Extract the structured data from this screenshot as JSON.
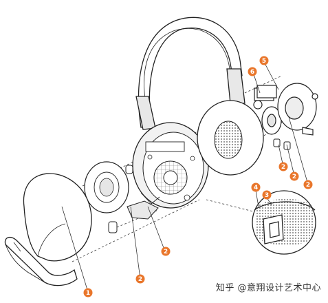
{
  "callouts": [
    {
      "id": "c1",
      "label": "1"
    },
    {
      "id": "c2a",
      "label": "2"
    },
    {
      "id": "c2b",
      "label": "2"
    },
    {
      "id": "c2c",
      "label": "2"
    },
    {
      "id": "c2d",
      "label": "2"
    },
    {
      "id": "c2e",
      "label": "2"
    },
    {
      "id": "c3",
      "label": "3"
    },
    {
      "id": "c4",
      "label": "4"
    },
    {
      "id": "c5",
      "label": "5"
    },
    {
      "id": "c6",
      "label": "6"
    }
  ],
  "watermark": "知乎 @意翔设计艺术中心",
  "colors": {
    "callout": "#e9762b",
    "line": "#222222",
    "shade": "#d9d9d9",
    "dark": "#555555"
  }
}
